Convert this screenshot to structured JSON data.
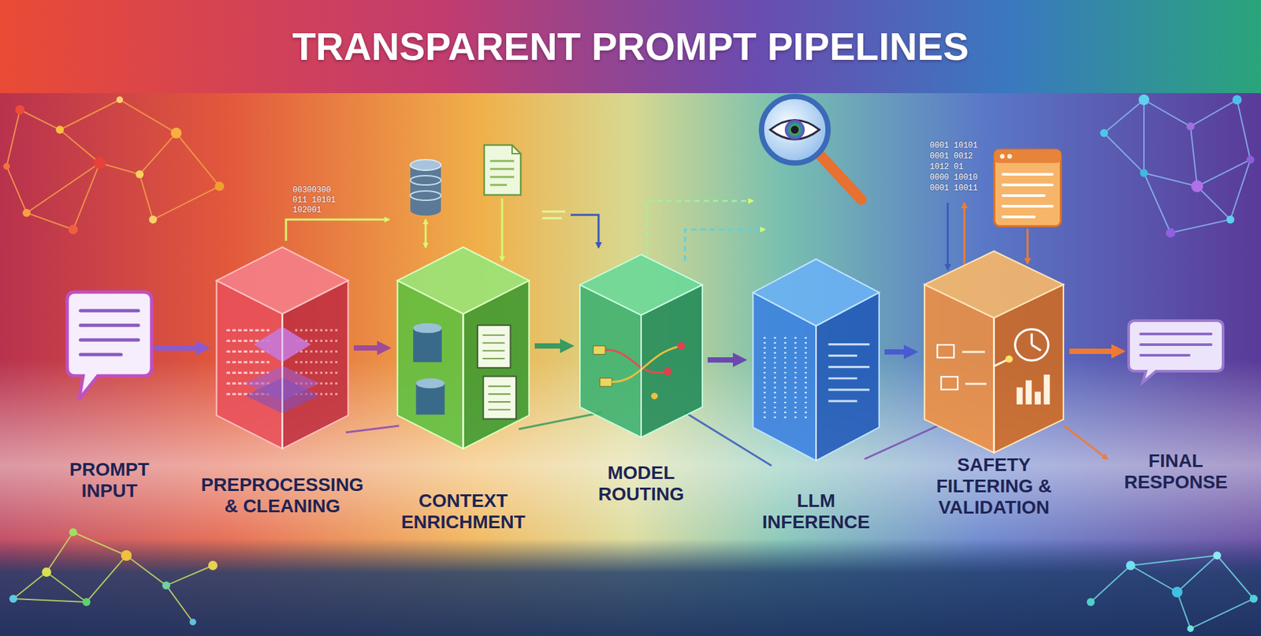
{
  "diagram": {
    "title": "TRANSPARENT PROMPT PIPELINES",
    "nodes": [
      {
        "text": [
          "PROMPT INPUT"
        ]
      },
      {
        "text": [
          "PREPROCESSING & CLEANING"
        ]
      },
      {
        "text": [
          "CONTEXT ENRICHMENT"
        ]
      },
      {
        "text": [
          "MODEL ROUTING"
        ]
      },
      {
        "text": [
          "LLM INFERENCE"
        ]
      },
      {
        "text": [
          "SAFETY FILTERING & VALIDATION"
        ]
      },
      {
        "text": [
          "FINAL RESPONSE"
        ]
      }
    ],
    "edges": [
      {
        "from": 0,
        "to": 1,
        "arrow": "to"
      },
      {
        "from": 1,
        "to": 2,
        "arrow": "to"
      },
      {
        "from": 2,
        "to": 3,
        "arrow": "to"
      },
      {
        "from": 3,
        "to": 4,
        "arrow": "to"
      },
      {
        "from": 4,
        "to": 5,
        "arrow": "to"
      },
      {
        "from": 5,
        "to": 6,
        "arrow": "to"
      }
    ],
    "labels": [
      "00300300",
      "011 10101",
      "102001",
      "0001 10101",
      "0001 0012",
      "1012 01",
      "0000 10010",
      "0001 10011"
    ]
  }
}
